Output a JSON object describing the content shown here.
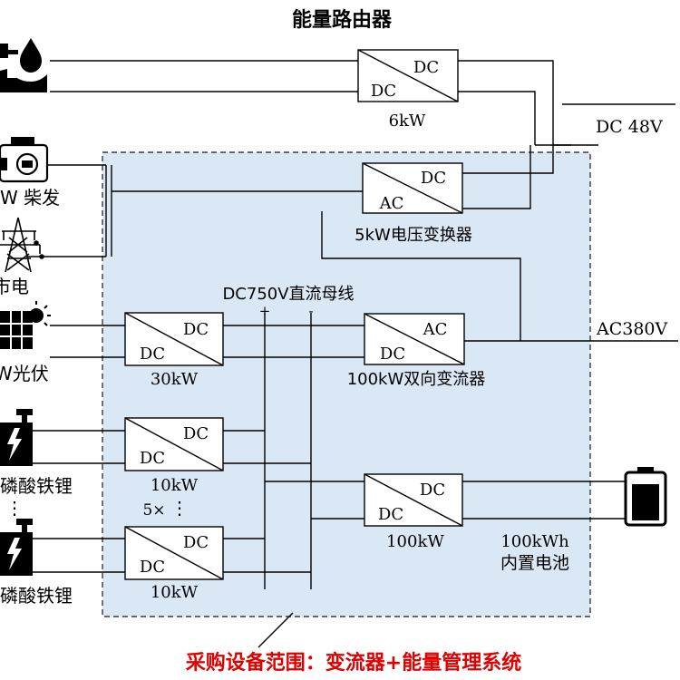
{
  "title": "能量路由器",
  "sources": {
    "diesel": "W 柴发",
    "grid": "市电",
    "pv": "W光伏",
    "lfp1": "磷酸铁锂",
    "lfp2": "磷酸铁锂"
  },
  "converters": {
    "dcdc_top": {
      "top": "DC",
      "bottom": "DC",
      "rating": "6kW"
    },
    "acdc_5k": {
      "top": "DC",
      "bottom": "AC",
      "rating": "5kW电压变换器"
    },
    "dcdc_pv": {
      "top": "DC",
      "bottom": "DC",
      "rating": "30kW"
    },
    "bidir": {
      "top": "AC",
      "bottom": "DC",
      "rating": "100kW双向变流器"
    },
    "dcdc_b1": {
      "top": "DC",
      "bottom": "DC",
      "rating": "10kW"
    },
    "dcdc_b2": {
      "top": "DC",
      "bottom": "DC",
      "rating": "10kW"
    },
    "dcdc_bat": {
      "top": "DC",
      "bottom": "DC",
      "rating": "100kW"
    }
  },
  "bus_label": "DC750V直流母线",
  "bus_plus": "+",
  "bus_minus": "-",
  "multiplier": "5×",
  "multiplier_dots": "⋮",
  "battery_stack_dots": "⋮",
  "outputs": {
    "dc48": "DC 48V",
    "ac380": "AC380V"
  },
  "battery": {
    "capacity": "100kWh",
    "name": "内置电池"
  },
  "footer": "采购设备范围：变流器+能量管理系统",
  "colors": {
    "scope_fill": "#dae7f4",
    "scope_border": "#3a3a3a",
    "footer_text": "#e00000"
  },
  "icons": [
    "water-turbine-icon",
    "diesel-generator-icon",
    "transmission-tower-icon",
    "solar-panel-icon",
    "lfp-battery-icon",
    "battery-icon"
  ]
}
